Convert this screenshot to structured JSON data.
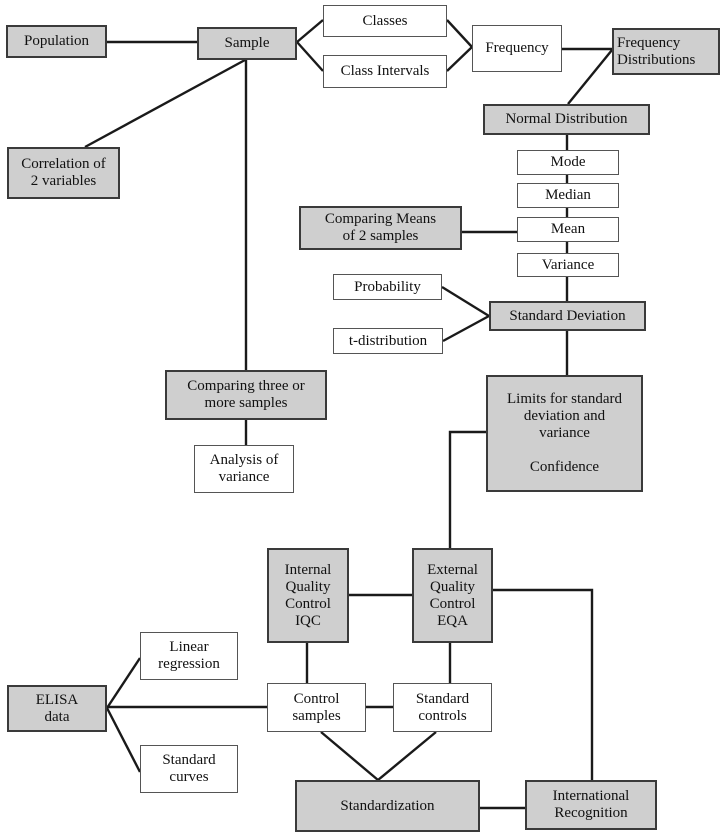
{
  "diagram": {
    "colors": {
      "shaded_fill": "#cfcfcf",
      "plain_fill": "#ffffff",
      "line": "#1a1a1a"
    },
    "nodes": {
      "population": "Population",
      "sample": "Sample",
      "classes": "Classes",
      "class_intervals": "Class Intervals",
      "frequency": "Frequency",
      "frequency_distributions": "Frequency\nDistributions",
      "normal_distribution": "Normal Distribution",
      "correlation": "Correlation of\n2 variables",
      "mode": "Mode",
      "median": "Median",
      "comparing_means": "Comparing Means\nof 2 samples",
      "mean": "Mean",
      "variance": "Variance",
      "probability": "Probability",
      "standard_deviation": "Standard Deviation",
      "t_distribution": "t-distribution",
      "comparing_three": "Comparing three or\nmore samples",
      "analysis_of_variance": "Analysis of\nvariance",
      "limits": "Limits for standard\ndeviation and\nvariance\n\nConfidence",
      "internal_qc": "Internal\nQuality\nControl\nIQC",
      "external_qc": "External\nQuality\nControl\nEQA",
      "linear_regression": "Linear\nregression",
      "elisa_data": "ELISA\ndata",
      "control_samples": "Control\nsamples",
      "standard_controls": "Standard\ncontrols",
      "standard_curves": "Standard\ncurves",
      "standardization": "Standardization",
      "international_recognition": "International\nRecognition"
    },
    "edges": [
      [
        "population",
        "sample"
      ],
      [
        "sample",
        "classes"
      ],
      [
        "sample",
        "class_intervals"
      ],
      [
        "classes",
        "frequency"
      ],
      [
        "class_intervals",
        "frequency"
      ],
      [
        "frequency",
        "frequency_distributions"
      ],
      [
        "frequency_distributions",
        "normal_distribution"
      ],
      [
        "sample",
        "correlation"
      ],
      [
        "sample",
        "comparing_three"
      ],
      [
        "normal_distribution",
        "mode"
      ],
      [
        "mode",
        "median"
      ],
      [
        "median",
        "mean"
      ],
      [
        "mean",
        "variance"
      ],
      [
        "comparing_means",
        "mean"
      ],
      [
        "variance",
        "standard_deviation"
      ],
      [
        "probability",
        "standard_deviation"
      ],
      [
        "t_distribution",
        "standard_deviation"
      ],
      [
        "standard_deviation",
        "limits"
      ],
      [
        "comparing_three",
        "analysis_of_variance"
      ],
      [
        "limits",
        "external_qc"
      ],
      [
        "internal_qc",
        "external_qc"
      ],
      [
        "internal_qc",
        "control_samples"
      ],
      [
        "external_qc",
        "standard_controls"
      ],
      [
        "external_qc",
        "international_recognition"
      ],
      [
        "elisa_data",
        "linear_regression"
      ],
      [
        "elisa_data",
        "standard_curves"
      ],
      [
        "elisa_data",
        "control_samples"
      ],
      [
        "control_samples",
        "standard_controls"
      ],
      [
        "control_samples",
        "standardization"
      ],
      [
        "standard_controls",
        "standardization"
      ],
      [
        "standardization",
        "international_recognition"
      ]
    ]
  }
}
